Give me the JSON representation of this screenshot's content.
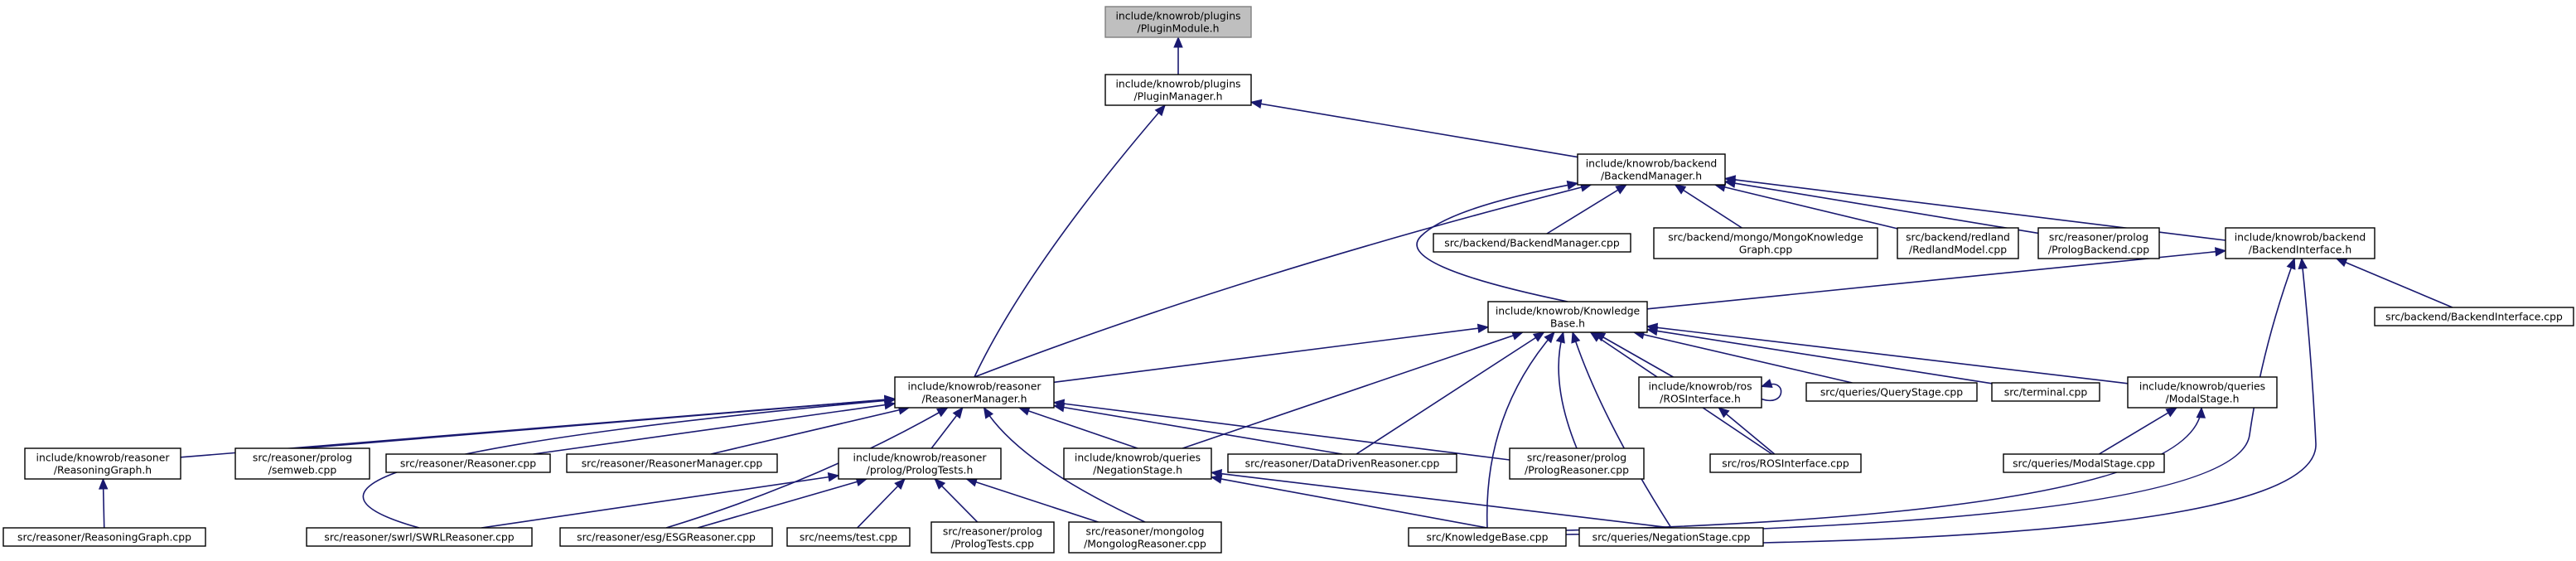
{
  "colors": {
    "edge": "#191970",
    "root_fill": "#bfbfbf",
    "node_fill": "#ffffff",
    "border": "#000000"
  },
  "graph": {
    "nodes": [
      {
        "id": "pluginmodule",
        "root": true,
        "lines": [
          "include/knowrob/plugins",
          "/PluginModule.h"
        ]
      },
      {
        "id": "pluginmanager",
        "lines": [
          "include/knowrob/plugins",
          "/PluginManager.h"
        ]
      },
      {
        "id": "backendmanager_h",
        "lines": [
          "include/knowrob/backend",
          "/BackendManager.h"
        ]
      },
      {
        "id": "backendmanager_cpp",
        "lines": [
          "src/backend/BackendManager.cpp"
        ]
      },
      {
        "id": "mongoknowledgegraph",
        "lines": [
          "src/backend/mongo/MongoKnowledge",
          "Graph.cpp"
        ]
      },
      {
        "id": "redlandmodel",
        "lines": [
          "src/backend/redland",
          "/RedlandModel.cpp"
        ]
      },
      {
        "id": "prologbackend",
        "lines": [
          "src/reasoner/prolog",
          "/PrologBackend.cpp"
        ]
      },
      {
        "id": "backendinterface_h",
        "lines": [
          "include/knowrob/backend",
          "/BackendInterface.h"
        ]
      },
      {
        "id": "backendinterface_cpp",
        "lines": [
          "src/backend/BackendInterface.cpp"
        ]
      },
      {
        "id": "knowledgebase_h",
        "lines": [
          "include/knowrob/Knowledge",
          "Base.h"
        ]
      },
      {
        "id": "reasonermanager_h",
        "lines": [
          "include/knowrob/reasoner",
          "/ReasonerManager.h"
        ]
      },
      {
        "id": "rosinterface_h",
        "lines": [
          "include/knowrob/ros",
          "/ROSInterface.h"
        ]
      },
      {
        "id": "querystage",
        "lines": [
          "src/queries/QueryStage.cpp"
        ]
      },
      {
        "id": "terminal",
        "lines": [
          "src/terminal.cpp"
        ]
      },
      {
        "id": "modalstage_h",
        "lines": [
          "include/knowrob/queries",
          "/ModalStage.h"
        ]
      },
      {
        "id": "reasoninggraph_h",
        "lines": [
          "include/knowrob/reasoner",
          "/ReasoningGraph.h"
        ]
      },
      {
        "id": "semweb",
        "lines": [
          "src/reasoner/prolog",
          "/semweb.cpp"
        ]
      },
      {
        "id": "reasoner_cpp",
        "lines": [
          "src/reasoner/Reasoner.cpp"
        ]
      },
      {
        "id": "reasonermanager_cpp",
        "lines": [
          "src/reasoner/ReasonerManager.cpp"
        ]
      },
      {
        "id": "prologtests_h",
        "lines": [
          "include/knowrob/reasoner",
          "/prolog/PrologTests.h"
        ]
      },
      {
        "id": "negationstage_h",
        "lines": [
          "include/knowrob/queries",
          "/NegationStage.h"
        ]
      },
      {
        "id": "datadrivenreasoner",
        "lines": [
          "src/reasoner/DataDrivenReasoner.cpp"
        ]
      },
      {
        "id": "prologreasoner",
        "lines": [
          "src/reasoner/prolog",
          "/PrologReasoner.cpp"
        ]
      },
      {
        "id": "rosinterface_cpp",
        "lines": [
          "src/ros/ROSInterface.cpp"
        ]
      },
      {
        "id": "modalstage_cpp",
        "lines": [
          "src/queries/ModalStage.cpp"
        ]
      },
      {
        "id": "reasoninggraph_cpp",
        "lines": [
          "src/reasoner/ReasoningGraph.cpp"
        ]
      },
      {
        "id": "swrlreasoner",
        "lines": [
          "src/reasoner/swrl/SWRLReasoner.cpp"
        ]
      },
      {
        "id": "esgreasoner",
        "lines": [
          "src/reasoner/esg/ESGReasoner.cpp"
        ]
      },
      {
        "id": "neemstest",
        "lines": [
          "src/neems/test.cpp"
        ]
      },
      {
        "id": "prologtests_cpp",
        "lines": [
          "src/reasoner/prolog",
          "/PrologTests.cpp"
        ]
      },
      {
        "id": "mongologreasoner",
        "lines": [
          "src/reasoner/mongolog",
          "/MongologReasoner.cpp"
        ]
      },
      {
        "id": "knowledgebase_cpp",
        "lines": [
          "src/KnowledgeBase.cpp"
        ]
      },
      {
        "id": "negationstage_cpp",
        "lines": [
          "src/queries/NegationStage.cpp"
        ]
      }
    ],
    "edges": [
      [
        "pluginmanager",
        "pluginmodule"
      ],
      [
        "backendmanager_h",
        "pluginmanager"
      ],
      [
        "reasonermanager_h",
        "pluginmanager"
      ],
      [
        "backendmanager_cpp",
        "backendmanager_h"
      ],
      [
        "mongoknowledgegraph",
        "backendmanager_h"
      ],
      [
        "redlandmodel",
        "backendmanager_h"
      ],
      [
        "prologbackend",
        "backendmanager_h"
      ],
      [
        "backendinterface_h",
        "backendmanager_h"
      ],
      [
        "knowledgebase_h",
        "backendmanager_h"
      ],
      [
        "reasonermanager_h",
        "backendmanager_h"
      ],
      [
        "knowledgebase_h",
        "backendinterface_h"
      ],
      [
        "backendinterface_cpp",
        "backendinterface_h"
      ],
      [
        "knowledgebase_cpp",
        "backendinterface_h"
      ],
      [
        "negationstage_cpp",
        "backendinterface_h"
      ],
      [
        "reasonermanager_h",
        "knowledgebase_h"
      ],
      [
        "rosinterface_h",
        "knowledgebase_h"
      ],
      [
        "querystage",
        "knowledgebase_h"
      ],
      [
        "terminal",
        "knowledgebase_h"
      ],
      [
        "modalstage_h",
        "knowledgebase_h"
      ],
      [
        "negationstage_h",
        "knowledgebase_h"
      ],
      [
        "datadrivenreasoner",
        "knowledgebase_h"
      ],
      [
        "prologreasoner",
        "knowledgebase_h"
      ],
      [
        "rosinterface_cpp",
        "knowledgebase_h"
      ],
      [
        "knowledgebase_cpp",
        "knowledgebase_h"
      ],
      [
        "negationstage_cpp",
        "knowledgebase_h"
      ],
      [
        "rosinterface_h",
        "rosinterface_h"
      ],
      [
        "rosinterface_cpp",
        "rosinterface_h"
      ],
      [
        "modalstage_cpp",
        "modalstage_h"
      ],
      [
        "knowledgebase_cpp",
        "modalstage_h"
      ],
      [
        "reasoninggraph_h",
        "reasonermanager_h"
      ],
      [
        "semweb",
        "reasonermanager_h"
      ],
      [
        "reasoner_cpp",
        "reasonermanager_h"
      ],
      [
        "reasonermanager_cpp",
        "reasonermanager_h"
      ],
      [
        "prologtests_h",
        "reasonermanager_h"
      ],
      [
        "negationstage_h",
        "reasonermanager_h"
      ],
      [
        "datadrivenreasoner",
        "reasonermanager_h"
      ],
      [
        "prologreasoner",
        "reasonermanager_h"
      ],
      [
        "swrlreasoner",
        "reasonermanager_h"
      ],
      [
        "esgreasoner",
        "reasonermanager_h"
      ],
      [
        "mongologreasoner",
        "reasonermanager_h"
      ],
      [
        "reasoninggraph_cpp",
        "reasoninggraph_h"
      ],
      [
        "swrlreasoner",
        "prologtests_h"
      ],
      [
        "esgreasoner",
        "prologtests_h"
      ],
      [
        "neemstest",
        "prologtests_h"
      ],
      [
        "prologtests_cpp",
        "prologtests_h"
      ],
      [
        "mongologreasoner",
        "prologtests_h"
      ],
      [
        "knowledgebase_cpp",
        "negationstage_h"
      ],
      [
        "negationstage_cpp",
        "negationstage_h"
      ]
    ]
  }
}
